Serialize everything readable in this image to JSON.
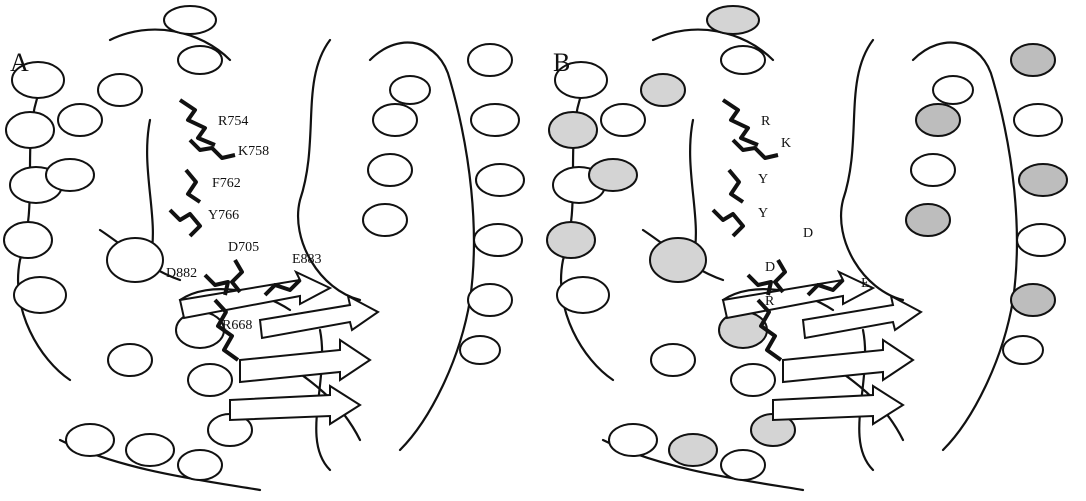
{
  "panels": [
    {
      "letter": "A",
      "labels": [
        "R754",
        "K758",
        "F762",
        "Y766",
        "D705",
        "D882",
        "E883",
        "R668"
      ]
    },
    {
      "letter": "B",
      "labels": [
        "R",
        "K",
        "Y",
        "Y",
        "D",
        "D",
        "E",
        "R"
      ]
    }
  ],
  "colors": {
    "ink": "#111111",
    "fill": "#ffffff",
    "shade": "#bdbdbd"
  }
}
